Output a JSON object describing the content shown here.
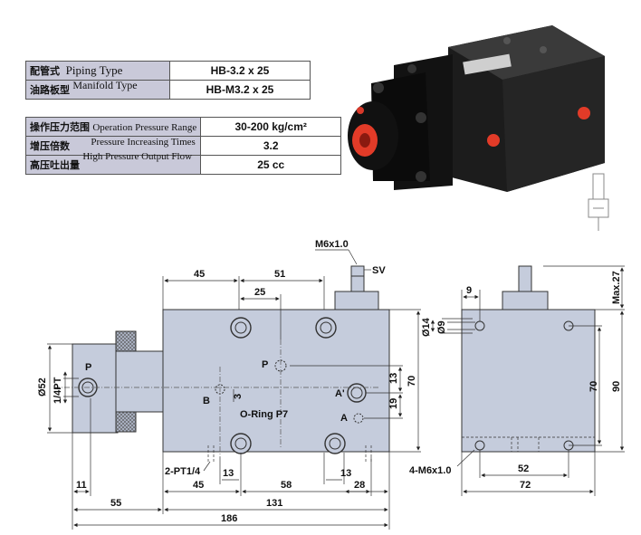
{
  "product_table": [
    {
      "zh": "配管式",
      "en": "Piping Type",
      "value": "HB-3.2 x 25"
    },
    {
      "zh": "油路板型",
      "en": "Manifold Type",
      "value": "HB-M3.2 x 25"
    }
  ],
  "spec_table": [
    {
      "zh": "操作压力范围",
      "en": "Operation Pressure Range",
      "value": "30-200 kg/cm²"
    },
    {
      "zh": "增压倍数",
      "en": "Pressure Increasing Times",
      "value": "3.2"
    },
    {
      "zh": "高压吐出量",
      "en": "High Pressure Output Flow",
      "value": "25 cc"
    }
  ],
  "drawing": {
    "labels": {
      "m6_top": "M6x1.0",
      "sv": "SV",
      "port_p_left": "P",
      "port_p_top": "P",
      "port_a_prime": "A'",
      "port_a": "A",
      "port_b": "B",
      "oring": "O-Ring P7",
      "pt_left": "2-PT1/4",
      "m6_right": "4-M6x1.0",
      "d52": "Ø52",
      "quarter_pt": "1/4PT",
      "d14": "Ø14",
      "d9": "Ø9",
      "max27": "Max.27"
    },
    "dims_front": {
      "d45_top": "45",
      "d51": "51",
      "d25": "25",
      "d13_right": "13",
      "d70": "70",
      "d19": "19",
      "d3": "3",
      "d11": "11",
      "d13_bl": "13",
      "d45_bottom": "45",
      "d58": "58",
      "d13_br": "13",
      "d28": "28",
      "d55": "55",
      "d131": "131",
      "d186": "186"
    },
    "dims_side": {
      "d9": "9",
      "d70": "70",
      "d90": "90",
      "d52": "52",
      "d72": "72"
    }
  }
}
